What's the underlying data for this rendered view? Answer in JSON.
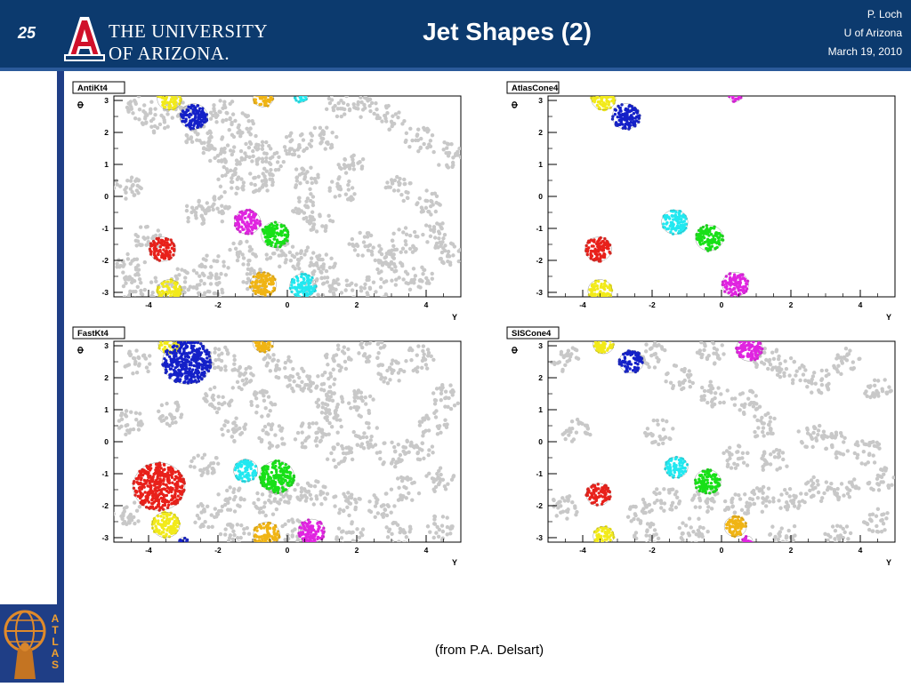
{
  "header": {
    "slide_number": "25",
    "university_line1": "THE UNIVERSITY",
    "university_line2": "OF ARIZONA.",
    "title": "Jet Shapes (2)",
    "author": "P. Loch",
    "affiliation": "U of Arizona",
    "date": "March 19, 2010"
  },
  "footer": {
    "credit": "(from P.A. Delsart)"
  },
  "sidebar": {
    "logo_text": "ATLAS"
  },
  "colors": {
    "header_bg": "#0c3a6e",
    "accent_bar": "#1f3e86",
    "background_cells": "#c8c8c8",
    "red": "#e8201a",
    "blue": "#1420c8",
    "yellow": "#f2ea1a",
    "orange": "#f0b414",
    "cyan": "#22e8f0",
    "green": "#18e018",
    "magenta": "#e024e0"
  },
  "chart_data": [
    {
      "type": "scatter",
      "title": "AntiKt4",
      "xlabel": "Y",
      "ylabel": "Φ",
      "xlim": [
        -5,
        5
      ],
      "ylim": [
        -3.14,
        3.14
      ],
      "xticks": [
        "-4",
        "-2",
        "0",
        "2",
        "4"
      ],
      "yticks": [
        "-3",
        "-2",
        "-1",
        "0",
        "1",
        "2",
        "3"
      ],
      "grid": false,
      "background_clusters": [
        [
          -4.3,
          2.8
        ],
        [
          -3.8,
          2.4
        ],
        [
          -3.1,
          2.8
        ],
        [
          -2.5,
          1.8
        ],
        [
          -1.9,
          2.7
        ],
        [
          -1.3,
          2.2
        ],
        [
          -2.1,
          1.5
        ],
        [
          -1.6,
          1.2
        ],
        [
          -0.9,
          1.5
        ],
        [
          -0.5,
          1.0
        ],
        [
          0.2,
          1.6
        ],
        [
          1.0,
          1.8
        ],
        [
          1.5,
          2.9
        ],
        [
          2.2,
          2.8
        ],
        [
          3.0,
          2.5
        ],
        [
          3.8,
          1.8
        ],
        [
          4.6,
          1.3
        ],
        [
          -4.6,
          0.3
        ],
        [
          -2.6,
          -0.5
        ],
        [
          -2.0,
          -0.4
        ],
        [
          -1.6,
          0.4
        ],
        [
          -0.8,
          0.5
        ],
        [
          0.5,
          0.6
        ],
        [
          0.5,
          -0.3
        ],
        [
          0.9,
          -0.8
        ],
        [
          1.6,
          0.2
        ],
        [
          1.8,
          1.0
        ],
        [
          3.2,
          0.2
        ],
        [
          4.1,
          -0.2
        ],
        [
          3.4,
          -1.4
        ],
        [
          4.3,
          -1.2
        ],
        [
          4.6,
          -1.8
        ],
        [
          2.2,
          -1.5
        ],
        [
          2.7,
          -1.8
        ],
        [
          1.0,
          -2.2
        ],
        [
          0.5,
          -2.0
        ],
        [
          -0.2,
          -1.8
        ],
        [
          -1.3,
          -1.8
        ],
        [
          -2.1,
          -2.2
        ],
        [
          -2.9,
          -2.6
        ],
        [
          -4.5,
          -2.2
        ],
        [
          -4.0,
          -1.3
        ],
        [
          -3.6,
          -2.9
        ],
        [
          1.6,
          -2.9
        ],
        [
          2.5,
          -2.9
        ],
        [
          3.8,
          -2.6
        ],
        [
          -4.5,
          -2.9
        ],
        [
          -2.2,
          -2.9
        ],
        [
          -1.0,
          -2.6
        ],
        [
          0.9,
          -2.9
        ],
        [
          3.0,
          -2.4
        ]
      ],
      "jets": [
        {
          "color": "blue",
          "y": -2.7,
          "phi": 2.5,
          "r": 0.4
        },
        {
          "color": "yellow",
          "y": -3.4,
          "phi": 3.05,
          "r": 0.35
        },
        {
          "color": "yellow",
          "y": -3.4,
          "phi": -2.95,
          "r": 0.35
        },
        {
          "color": "orange",
          "y": -0.7,
          "phi": 3.1,
          "r": 0.3
        },
        {
          "color": "orange",
          "y": -0.7,
          "phi": -2.75,
          "r": 0.38
        },
        {
          "color": "cyan",
          "y": 0.4,
          "phi": 3.14,
          "r": 0.2
        },
        {
          "color": "cyan",
          "y": 0.45,
          "phi": -2.8,
          "r": 0.38
        },
        {
          "color": "magenta",
          "y": -1.15,
          "phi": -0.8,
          "r": 0.38
        },
        {
          "color": "green",
          "y": -0.35,
          "phi": -1.2,
          "r": 0.4
        },
        {
          "color": "red",
          "y": -3.6,
          "phi": -1.65,
          "r": 0.38
        }
      ]
    },
    {
      "type": "scatter",
      "title": "AtlasCone4",
      "xlabel": "Y",
      "ylabel": "Φ",
      "xlim": [
        -5,
        5
      ],
      "ylim": [
        -3.14,
        3.14
      ],
      "xticks": [
        "-4",
        "-2",
        "0",
        "2",
        "4"
      ],
      "yticks": [
        "-3",
        "-2",
        "-1",
        "0",
        "1",
        "2",
        "3"
      ],
      "grid": false,
      "background_clusters": [],
      "jets": [
        {
          "color": "yellow",
          "y": -3.4,
          "phi": 3.05,
          "r": 0.35
        },
        {
          "color": "blue",
          "y": -2.75,
          "phi": 2.5,
          "r": 0.4
        },
        {
          "color": "magenta",
          "y": 0.4,
          "phi": 3.14,
          "r": 0.18
        },
        {
          "color": "cyan",
          "y": -1.35,
          "phi": -0.8,
          "r": 0.38
        },
        {
          "color": "green",
          "y": -0.35,
          "phi": -1.3,
          "r": 0.4
        },
        {
          "color": "red",
          "y": -3.55,
          "phi": -1.65,
          "r": 0.38
        },
        {
          "color": "yellow",
          "y": -3.5,
          "phi": -2.95,
          "r": 0.35
        },
        {
          "color": "magenta",
          "y": 0.4,
          "phi": -2.75,
          "r": 0.38
        }
      ]
    },
    {
      "type": "scatter",
      "title": "FastKt4",
      "xlabel": "Y",
      "ylabel": "Φ",
      "xlim": [
        -5,
        5
      ],
      "ylim": [
        -3.14,
        3.14
      ],
      "xticks": [
        "-4",
        "-2",
        "0",
        "2",
        "4"
      ],
      "yticks": [
        "-3",
        "-2",
        "-1",
        "0",
        "1",
        "2",
        "3"
      ],
      "grid": false,
      "background_clusters": [
        [
          -4.3,
          2.5
        ],
        [
          -1.9,
          2.6
        ],
        [
          -1.3,
          2.0
        ],
        [
          -2.0,
          1.3
        ],
        [
          -1.5,
          0.4
        ],
        [
          -0.7,
          1.2
        ],
        [
          -0.3,
          2.4
        ],
        [
          0.3,
          1.9
        ],
        [
          1.0,
          1.8
        ],
        [
          1.5,
          2.6
        ],
        [
          2.4,
          2.9
        ],
        [
          3.0,
          2.2
        ],
        [
          3.8,
          2.6
        ],
        [
          4.6,
          1.4
        ],
        [
          -4.5,
          0.6
        ],
        [
          -3.4,
          0.9
        ],
        [
          -2.4,
          -0.7
        ],
        [
          0.6,
          0.2
        ],
        [
          1.2,
          0.6
        ],
        [
          1.5,
          -0.4
        ],
        [
          2.3,
          0.2
        ],
        [
          3.0,
          -0.4
        ],
        [
          3.8,
          -0.2
        ],
        [
          4.4,
          -1.2
        ],
        [
          3.4,
          -1.5
        ],
        [
          2.7,
          -2.0
        ],
        [
          1.7,
          -1.9
        ],
        [
          0.8,
          -1.6
        ],
        [
          0.1,
          -1.6
        ],
        [
          -0.6,
          -1.9
        ],
        [
          -1.6,
          -1.8
        ],
        [
          -2.3,
          -2.3
        ],
        [
          -4.6,
          -2.2
        ],
        [
          1.8,
          -2.9
        ],
        [
          3.2,
          -2.9
        ],
        [
          4.4,
          -2.7
        ],
        [
          0.2,
          -2.8
        ],
        [
          -1.5,
          -2.9
        ],
        [
          1.2,
          1.2
        ],
        [
          2.1,
          1.2
        ],
        [
          -0.4,
          0.2
        ],
        [
          4.2,
          0.6
        ]
      ],
      "jets": [
        {
          "color": "yellow",
          "y": -3.4,
          "phi": 3.05,
          "r": 0.32
        },
        {
          "color": "blue",
          "y": -2.9,
          "phi": 2.5,
          "r": 0.7
        },
        {
          "color": "orange",
          "y": -0.7,
          "phi": 3.1,
          "r": 0.3
        },
        {
          "color": "cyan",
          "y": -1.2,
          "phi": -0.9,
          "r": 0.35
        },
        {
          "color": "green",
          "y": -0.3,
          "phi": -1.1,
          "r": 0.5
        },
        {
          "color": "red",
          "y": -3.7,
          "phi": -1.4,
          "r": 0.75
        },
        {
          "color": "yellow",
          "y": -3.5,
          "phi": -2.6,
          "r": 0.4
        },
        {
          "color": "blue",
          "y": -3.0,
          "phi": -3.1,
          "r": 0.12
        },
        {
          "color": "orange",
          "y": -0.6,
          "phi": -2.9,
          "r": 0.38
        },
        {
          "color": "magenta",
          "y": 0.7,
          "phi": -2.8,
          "r": 0.38
        }
      ]
    },
    {
      "type": "scatter",
      "title": "SISCone4",
      "xlabel": "Y",
      "ylabel": "Φ",
      "xlim": [
        -5,
        5
      ],
      "ylim": [
        -3.14,
        3.14
      ],
      "xticks": [
        "-4",
        "-2",
        "0",
        "2",
        "4"
      ],
      "yticks": [
        "-3",
        "-2",
        "-1",
        "0",
        "1",
        "2",
        "3"
      ],
      "grid": false,
      "background_clusters": [
        [
          -4.5,
          2.6
        ],
        [
          -2.0,
          2.7
        ],
        [
          -1.2,
          2.0
        ],
        [
          -0.3,
          2.8
        ],
        [
          1.3,
          2.6
        ],
        [
          2.0,
          2.2
        ],
        [
          2.8,
          1.9
        ],
        [
          3.6,
          2.5
        ],
        [
          4.5,
          1.7
        ],
        [
          -0.2,
          1.5
        ],
        [
          0.7,
          1.2
        ],
        [
          1.2,
          0.5
        ],
        [
          -1.8,
          0.3
        ],
        [
          -4.2,
          0.3
        ],
        [
          0.4,
          -0.5
        ],
        [
          1.5,
          -0.6
        ],
        [
          2.6,
          0.2
        ],
        [
          3.3,
          -0.1
        ],
        [
          4.2,
          -0.3
        ],
        [
          3.6,
          -1.5
        ],
        [
          4.6,
          -1.2
        ],
        [
          2.8,
          -1.5
        ],
        [
          2.0,
          -1.8
        ],
        [
          1.2,
          -1.8
        ],
        [
          0.5,
          -2.0
        ],
        [
          -0.5,
          -1.8
        ],
        [
          -1.6,
          -1.8
        ],
        [
          -2.3,
          -2.2
        ],
        [
          -4.5,
          -2.0
        ],
        [
          1.8,
          -2.9
        ],
        [
          3.4,
          -2.9
        ],
        [
          4.5,
          -2.5
        ],
        [
          -2.2,
          -2.9
        ],
        [
          -0.8,
          -2.8
        ]
      ],
      "jets": [
        {
          "color": "yellow",
          "y": -3.4,
          "phi": 3.05,
          "r": 0.3
        },
        {
          "color": "blue",
          "y": -2.6,
          "phi": 2.5,
          "r": 0.35
        },
        {
          "color": "magenta",
          "y": 0.8,
          "phi": 2.9,
          "r": 0.38
        },
        {
          "color": "cyan",
          "y": -1.3,
          "phi": -0.8,
          "r": 0.33
        },
        {
          "color": "green",
          "y": -0.4,
          "phi": -1.25,
          "r": 0.38
        },
        {
          "color": "red",
          "y": -3.55,
          "phi": -1.65,
          "r": 0.35
        },
        {
          "color": "orange",
          "y": 0.4,
          "phi": -2.65,
          "r": 0.32
        },
        {
          "color": "yellow",
          "y": -3.4,
          "phi": -2.95,
          "r": 0.3
        },
        {
          "color": "magenta",
          "y": 0.75,
          "phi": -3.1,
          "r": 0.15
        }
      ]
    }
  ]
}
